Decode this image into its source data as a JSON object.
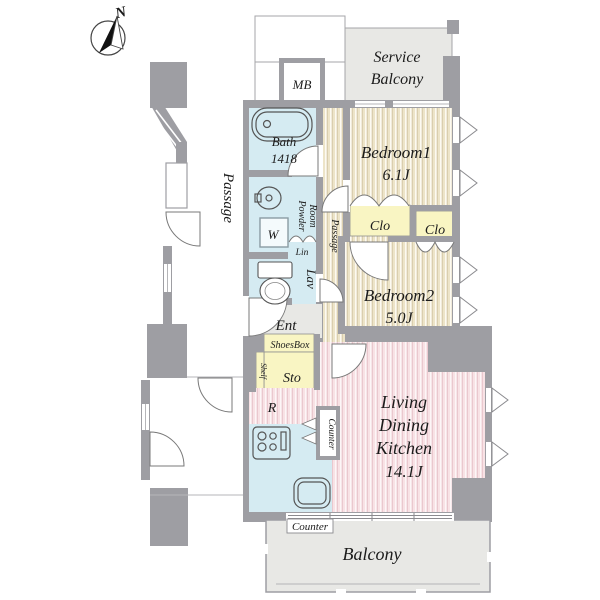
{
  "compass": {
    "north_label": "N"
  },
  "labels": {
    "outer_passage": "Passage",
    "service_balcony_1": "Service",
    "service_balcony_2": "Balcony",
    "mb": "MB",
    "bath_name": "Bath",
    "bath_size": "1418",
    "powder_1": "Powder",
    "powder_2": "Room",
    "washer": "W",
    "linen": "Lin",
    "lavatory": "Lav",
    "inner_passage": "Passage",
    "bedroom1_name": "Bedroom1",
    "bedroom1_size": "6.1J",
    "closet1": "Clo",
    "closet2": "Clo",
    "bedroom2_name": "Bedroom2",
    "bedroom2_size": "5.0J",
    "entrance": "Ent",
    "shoes_box": "ShoesBox",
    "shelf": "Shelf",
    "storage": "Sto",
    "refrigerator": "R",
    "kitchen_counter": "Counter",
    "ldk_1": "Living",
    "ldk_2": "Dining",
    "ldk_3": "Kitchen",
    "ldk_size": "14.1J",
    "balcony_counter": "Counter",
    "balcony": "Balcony"
  },
  "colors": {
    "wall": "#9e9ea3",
    "wet_area": "#d5ebf2",
    "wood_floor": "#ede4c8",
    "ldk_floor": "#f8e2e5",
    "closet": "#f9f5c3",
    "open_area": "#e8e8e5"
  }
}
